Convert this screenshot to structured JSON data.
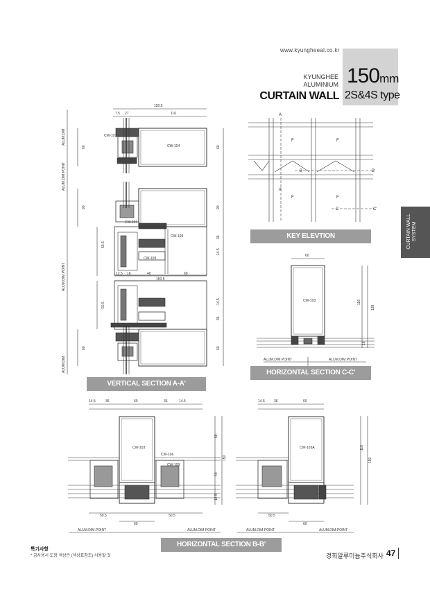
{
  "header": {
    "url": "www.kyungheeal.co.kr",
    "brand_line1": "KYUNGHEE",
    "brand_line2": "ALUMINIUM",
    "title": "CURTAIN WALL",
    "size_value": "150",
    "size_unit": "mm",
    "type_label": "2S&4S type"
  },
  "side_tab": {
    "label": "CURTAIN WALL SYSTEM"
  },
  "banners": {
    "key_elevation": "KEY ELEVTION",
    "horizontal_cc": "HORIZONTAL SECTION C-C'",
    "vertical_aa": "VERTICAL SECTION A-A'",
    "horizontal_bb": "HORIZONTAL SECTION B-B'"
  },
  "vertical_section": {
    "dims_top": [
      "150.5",
      "7.5",
      "27",
      "116"
    ],
    "dims_bottom": [
      "12.5",
      "16",
      "40",
      "69",
      "150.5"
    ],
    "dims_right": [
      "60",
      "90",
      "36",
      "14.5",
      "14.5",
      "36",
      "60"
    ],
    "dims_left": [
      "60",
      "90",
      "50.5",
      "50.5",
      "60"
    ],
    "vertical_labels": [
      "ALUM.DIM.",
      "ALUM.DIM.POINT",
      "ALUM.DIM.POINT",
      "ALUM.DIM."
    ],
    "part_codes": [
      "CW-103",
      "CW-104",
      "CW-101",
      "CW-109",
      "CW-109"
    ]
  },
  "key_elevation": {
    "labels": [
      "A",
      "A'",
      "B",
      "B'",
      "C",
      "C'",
      "F",
      "F",
      "F",
      "F"
    ]
  },
  "horizontal_cc": {
    "dims": [
      "60",
      "116",
      "138",
      "16"
    ],
    "part_code": "CW-103",
    "point_left": "ALUM.DIM.POINT",
    "point_right": "ALUM.DIM.POINT"
  },
  "horizontal_bb": {
    "dims_top_left": [
      "14.5",
      "36",
      "60",
      "36",
      "14.5"
    ],
    "dims_top_right": [
      "14.5",
      "36",
      "60"
    ],
    "dims_right_left": [
      "69",
      "150",
      "40",
      "12.5"
    ],
    "dims_right_right": [
      "116",
      "150"
    ],
    "dims_bottom": [
      "50.5",
      "60",
      "50.5",
      "50.5",
      "60"
    ],
    "part_codes": [
      "CW-103",
      "CW-106",
      "CW-109",
      "CW-103A"
    ],
    "points": [
      "ALUM.DIM.POINT",
      "ALUM.DIM.POINT",
      "ALUM.DIM.POINT",
      "ALUM.DIM.POINT"
    ]
  },
  "footer": {
    "note_title": "특기사항",
    "note_text": "* 금사용시 도장 색상은 (색상표참조) 사용할 것",
    "company": "경희알루미늄주식회사",
    "page_number": "47"
  }
}
